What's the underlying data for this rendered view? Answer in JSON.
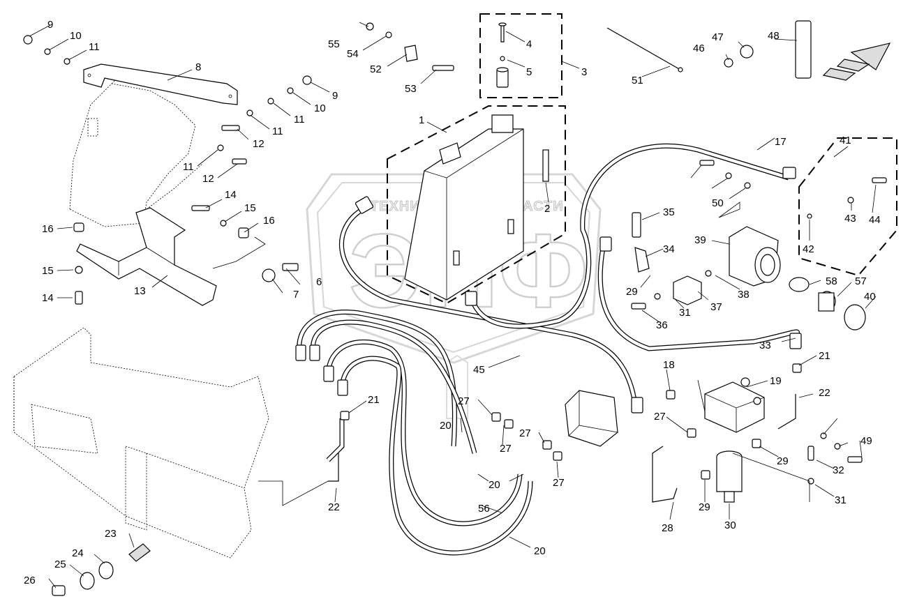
{
  "watermark": {
    "text_left": "ТЕХНИКА",
    "text_right": "ЗАПЧАСТИ",
    "logo": "ЭПФ"
  },
  "callouts": [
    "1",
    "2",
    "3",
    "4",
    "5",
    "6",
    "7",
    "8",
    "9",
    "10",
    "11",
    "12",
    "13",
    "14",
    "15",
    "16",
    "17",
    "18",
    "19",
    "20",
    "21",
    "22",
    "23",
    "24",
    "25",
    "26",
    "27",
    "28",
    "29",
    "30",
    "31",
    "32",
    "33",
    "34",
    "35",
    "36",
    "37",
    "38",
    "39",
    "40",
    "41",
    "42",
    "43",
    "44",
    "45",
    "46",
    "47",
    "48",
    "49",
    "50",
    "51",
    "52",
    "53",
    "54",
    "55",
    "56",
    "57",
    "58"
  ]
}
